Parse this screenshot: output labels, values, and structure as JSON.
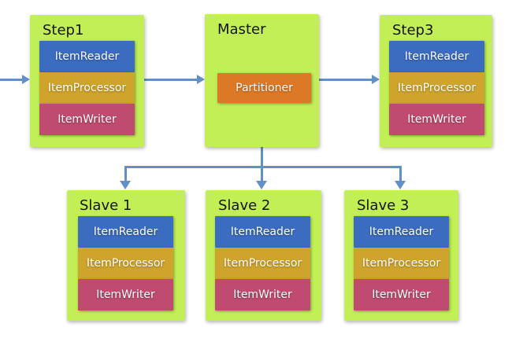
{
  "diagram_type": "spring-batch-partitioning",
  "nodes": {
    "step1": {
      "title": "Step1",
      "items": [
        "ItemReader",
        "ItemProcessor",
        "ItemWriter"
      ]
    },
    "master": {
      "title": "Master",
      "items": [
        "Partitioner"
      ]
    },
    "step3": {
      "title": "Step3",
      "items": [
        "ItemReader",
        "ItemProcessor",
        "ItemWriter"
      ]
    },
    "slave1": {
      "title": "Slave 1",
      "items": [
        "ItemReader",
        "ItemProcessor",
        "ItemWriter"
      ]
    },
    "slave2": {
      "title": "Slave 2",
      "items": [
        "ItemReader",
        "ItemProcessor",
        "ItemWriter"
      ]
    },
    "slave3": {
      "title": "Slave 3",
      "items": [
        "ItemReader",
        "ItemProcessor",
        "ItemWriter"
      ]
    }
  },
  "edges": [
    {
      "from": "input",
      "to": "step1"
    },
    {
      "from": "step1",
      "to": "master"
    },
    {
      "from": "master",
      "to": "step3"
    },
    {
      "from": "master",
      "to": "slave1"
    },
    {
      "from": "master",
      "to": "slave2"
    },
    {
      "from": "master",
      "to": "slave3"
    }
  ],
  "colors": {
    "box_green": "#C1EF55",
    "reader_blue": "#3B6CC0",
    "processor_gold": "#CFA42D",
    "writer_rose": "#C04B70",
    "partitioner_orange": "#DD7826",
    "arrow_blue": "#6190C9"
  }
}
